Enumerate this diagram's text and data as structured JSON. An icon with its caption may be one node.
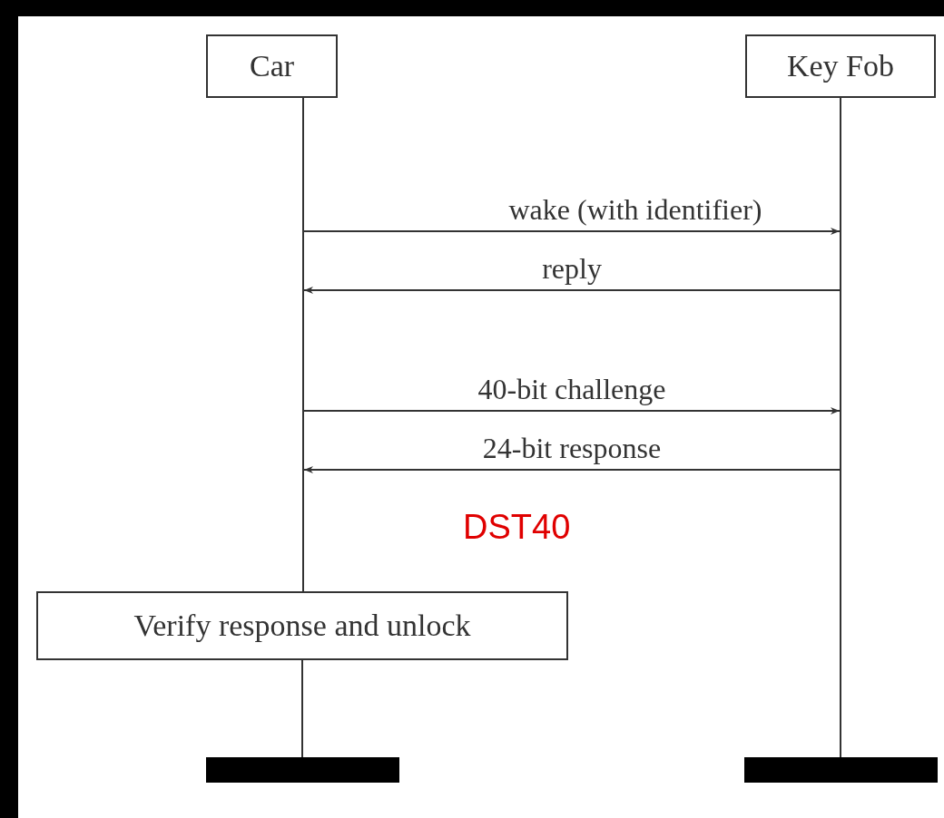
{
  "diagram": {
    "nodes": [
      {
        "text": [
          "Car"
        ]
      },
      {
        "text": [
          "Key Fob"
        ]
      },
      {
        "text": [],
        "shape": "line"
      },
      {
        "text": [],
        "shape": "line"
      },
      {
        "text": [
          "Verify response and unlock"
        ]
      },
      {
        "text": [],
        "shape": "bar"
      },
      {
        "text": [],
        "shape": "bar"
      }
    ],
    "edges": [
      {
        "from": 4,
        "to": 5,
        "arrow": "none"
      },
      {
        "from": 2,
        "to": 3,
        "arrow": "to",
        "label": "wake (with identifier)"
      },
      {
        "from": 3,
        "to": 2,
        "arrow": "to",
        "label": "reply"
      },
      {
        "from": 2,
        "to": 3,
        "arrow": "to",
        "label": "40-bit challenge"
      },
      {
        "from": 3,
        "to": 2,
        "arrow": "to",
        "label": "24-bit response"
      }
    ],
    "labels": [
      "DST40"
    ]
  }
}
